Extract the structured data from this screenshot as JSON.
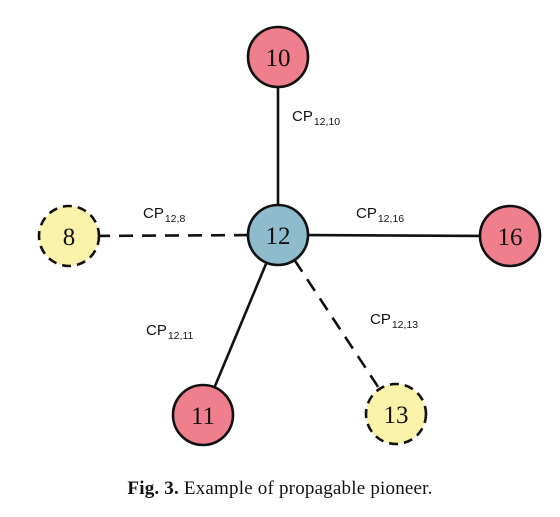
{
  "colors": {
    "primary_node": "#ef7f8c",
    "center_node": "#8fbccd",
    "candidate_node": "#faf2a8"
  },
  "nodes": [
    {
      "id": "n12",
      "label": "12",
      "role": "center",
      "style": "solid"
    },
    {
      "id": "n10",
      "label": "10",
      "role": "primary",
      "style": "solid"
    },
    {
      "id": "n16",
      "label": "16",
      "role": "primary",
      "style": "solid"
    },
    {
      "id": "n11",
      "label": "11",
      "role": "primary",
      "style": "solid"
    },
    {
      "id": "n8",
      "label": "8",
      "role": "candidate",
      "style": "dashed"
    },
    {
      "id": "n13",
      "label": "13",
      "role": "candidate",
      "style": "dashed"
    }
  ],
  "edges": [
    {
      "id": "e12-10",
      "from": "n12",
      "to": "n10",
      "style": "solid",
      "label_main": "CP",
      "label_sub": "12,10"
    },
    {
      "id": "e12-16",
      "from": "n12",
      "to": "n16",
      "style": "solid",
      "label_main": "CP",
      "label_sub": "12,16"
    },
    {
      "id": "e12-8",
      "from": "n12",
      "to": "n8",
      "style": "dashed",
      "label_main": "CP",
      "label_sub": "12,8"
    },
    {
      "id": "e12-11",
      "from": "n12",
      "to": "n11",
      "style": "solid",
      "label_main": "CP",
      "label_sub": "12,11"
    },
    {
      "id": "e12-13",
      "from": "n12",
      "to": "n13",
      "style": "dashed",
      "label_main": "CP",
      "label_sub": "12,13"
    }
  ],
  "caption": {
    "fig_label": "Fig. 3.",
    "text": "Example of propagable pioneer."
  }
}
